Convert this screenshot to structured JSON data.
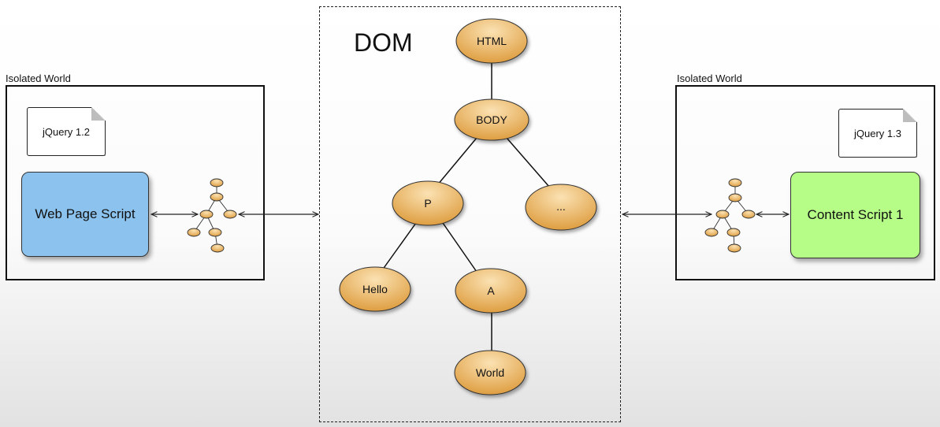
{
  "dom": {
    "title": "DOM",
    "nodes": {
      "html": "HTML",
      "body": "BODY",
      "p": "P",
      "ellipsis": "...",
      "hello": "Hello",
      "a": "A",
      "world": "World"
    }
  },
  "left_world": {
    "label": "Isolated World",
    "library": "jQuery 1.2",
    "script": "Web Page Script"
  },
  "right_world": {
    "label": "Isolated World",
    "library": "jQuery 1.3",
    "script": "Content Script 1"
  },
  "colors": {
    "node_fill_light": "#fbe2b3",
    "node_fill_dark": "#dd9b3c",
    "web_page_script": "#8cc3ee",
    "content_script": "#b5fd86"
  }
}
